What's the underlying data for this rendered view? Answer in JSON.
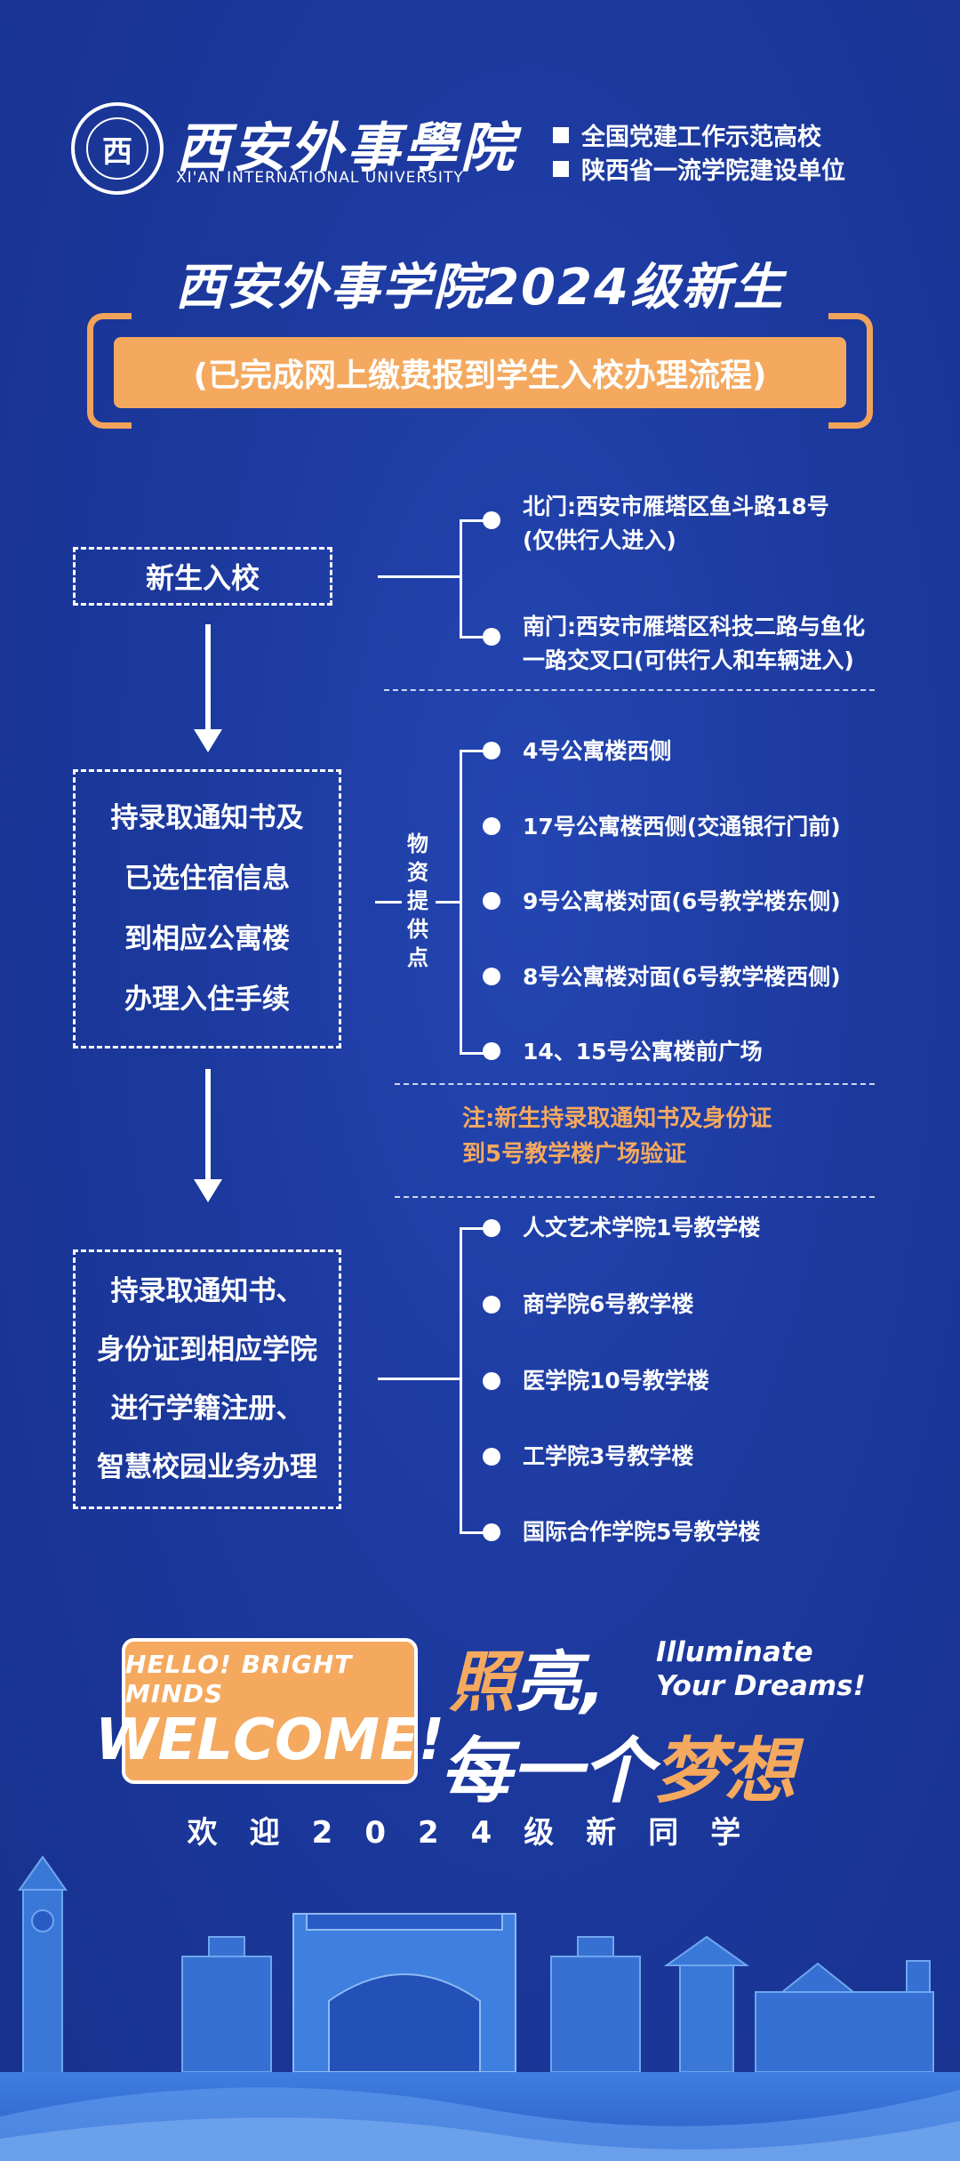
{
  "header": {
    "logo_char": "西",
    "school_name": "西安外事學院",
    "school_name_en": "XI'AN INTERNATIONAL UNIVERSITY",
    "honors": [
      "全国党建工作示范高校",
      "陕西省一流学院建设单位"
    ]
  },
  "title": "西安外事学院2024级新生",
  "subtitle": "(已完成网上缴费报到学生入校办理流程)",
  "step1": {
    "label": "新生入校",
    "gates": [
      {
        "line1": "北门:西安市雁塔区鱼斗路18号",
        "line2": "(仅供行人进入)"
      },
      {
        "line1": "南门:西安市雁塔区科技二路与鱼化",
        "line2": "一路交叉口(可供行人和车辆进入)"
      }
    ]
  },
  "step2": {
    "lines": [
      "持录取通知书及",
      "已选住宿信息",
      "到相应公寓楼",
      "办理入住手续"
    ],
    "supply_label": [
      "物",
      "资",
      "提",
      "供",
      "点"
    ],
    "points": [
      "4号公寓楼西侧",
      "17号公寓楼西侧(交通银行门前)",
      "9号公寓楼对面(6号教学楼东侧)",
      "8号公寓楼对面(6号教学楼西侧)",
      "14、15号公寓楼前广场"
    ]
  },
  "note": {
    "line1": "注:新生持录取通知书及身份证",
    "line2": "到5号教学楼广场验证"
  },
  "step3": {
    "lines": [
      "持录取通知书、",
      "身份证到相应学院",
      "进行学籍注册、",
      "智慧校园业务办理"
    ],
    "colleges": [
      "人文艺术学院1号教学楼",
      "商学院6号教学楼",
      "医学院10号教学楼",
      "工学院3号教学楼",
      "国际合作学院5号教学楼"
    ]
  },
  "welcome": {
    "hello": "HELLO! BRIGHT MINDS",
    "welcome": "WELCOME!",
    "slogan1_a": "照",
    "slogan1_b": "亮,",
    "illuminate1": "Illuminate",
    "illuminate2": "Your Dreams!",
    "slogan2_a": "每一个",
    "slogan2_b": "梦想",
    "line": "欢迎2024级新同学"
  },
  "colors": {
    "background": "#1d3a9c",
    "accent": "#f4a95f",
    "text": "#ffffff"
  }
}
